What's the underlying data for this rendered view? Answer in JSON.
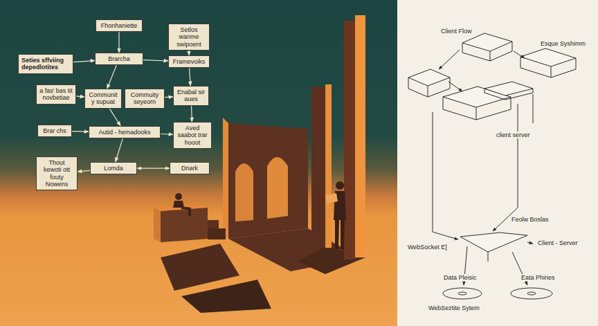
{
  "diagram": {
    "nodes": [
      {
        "text": [
          "Fhonhaniette"
        ]
      },
      {
        "text": [
          "Setlos wanme swipoent"
        ]
      },
      {
        "text": [
          "Seties sffviing depedlotites"
        ]
      },
      {
        "text": [
          "Brarcha"
        ]
      },
      {
        "text": [
          "Framevoiks"
        ]
      },
      {
        "text": [
          "a fas' bas tit novbetiae"
        ]
      },
      {
        "text": [
          "Community supuat"
        ]
      },
      {
        "text": [
          "Commuity seyeorn"
        ]
      },
      {
        "text": [
          "Enabal sir aues"
        ]
      },
      {
        "text": [
          "Brar chs"
        ]
      },
      {
        "text": [
          "Autid - hemadooks"
        ]
      },
      {
        "text": [
          "Aved saabot trar hooot"
        ]
      },
      {
        "text": [
          "Thout kewoti ott fouty Nowens"
        ]
      },
      {
        "text": [
          "Lomda"
        ]
      },
      {
        "text": [
          "Dnark"
        ]
      }
    ],
    "edges": [
      {
        "from": 0,
        "to": 3,
        "arrow": "to"
      },
      {
        "from": 1,
        "to": 4,
        "arrow": "to"
      },
      {
        "from": 2,
        "to": 3,
        "arrow": "to"
      },
      {
        "from": 3,
        "to": 4,
        "arrow": "to"
      },
      {
        "from": 3,
        "to": 6,
        "arrow": "to"
      },
      {
        "from": 5,
        "to": 6,
        "arrow": "to"
      },
      {
        "from": 7,
        "to": 8,
        "arrow": "to"
      },
      {
        "from": 4,
        "to": 8,
        "arrow": "to"
      },
      {
        "from": 6,
        "to": 10,
        "arrow": "to"
      },
      {
        "from": 9,
        "to": 10,
        "arrow": "to"
      },
      {
        "from": 10,
        "to": 11,
        "arrow": "to"
      },
      {
        "from": 8,
        "to": 11,
        "arrow": "to"
      },
      {
        "from": 10,
        "to": 13,
        "arrow": "to"
      },
      {
        "from": 13,
        "to": 12,
        "arrow": "to"
      },
      {
        "from": 13,
        "to": 14,
        "arrow": "both"
      }
    ],
    "labels": [
      "Client Flow",
      "Esque Syshimm",
      "client server",
      "WebSocket E]",
      "Feolw Boslas",
      "Client - Server",
      "Data Pleisic",
      "Eata Phiries",
      "WebSeztite Sytem"
    ]
  }
}
